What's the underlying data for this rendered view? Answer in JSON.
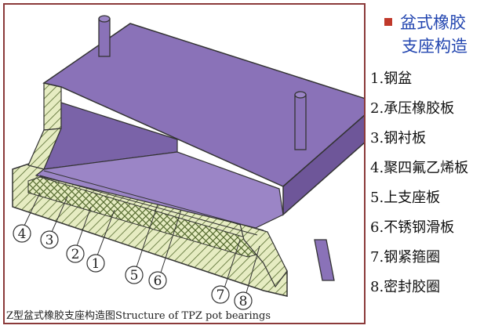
{
  "caption": "Z型盆式橡胶支座构造图Structure of TPZ pot bearings",
  "legend": {
    "title_line1": "盆式橡胶",
    "title_line2": "支座构造",
    "items": [
      {
        "number": "1.",
        "label": "钢盆"
      },
      {
        "number": "2.",
        "label": "承压橡胶板"
      },
      {
        "number": "3.",
        "label": "钢衬板"
      },
      {
        "number": "4.",
        "label": "聚四氟乙烯板"
      },
      {
        "number": "5.",
        "label": "上支座板"
      },
      {
        "number": "6.",
        "label": "不锈钢滑板"
      },
      {
        "number": "7.",
        "label": "钢紧箍圈"
      },
      {
        "number": "8.",
        "label": "密封胶圈"
      }
    ]
  },
  "callouts": [
    "4",
    "3",
    "2",
    "1",
    "5",
    "6",
    "7",
    "8"
  ],
  "colors": {
    "plate": "#8a72b8",
    "plate_dark": "#6e5699",
    "plate_side": "#7a63a8",
    "hatch_bg": "#e6ecc2",
    "hatch_line": "#556b2f",
    "frame": "#8b3a3a",
    "title": "#2346b0",
    "bullet": "#c0392b"
  }
}
